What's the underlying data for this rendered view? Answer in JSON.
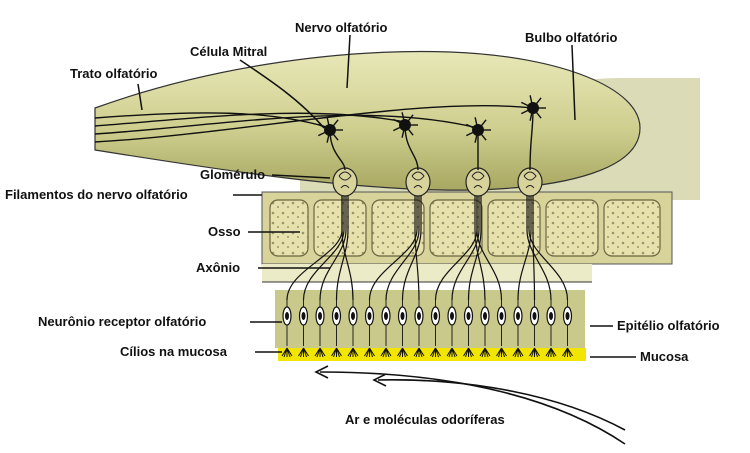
{
  "labels": {
    "trato": "Trato olfatório",
    "celula_mitral": "Célula Mitral",
    "nervo": "Nervo olfatório",
    "bulbo": "Bulbo olfatório",
    "glomerulo": "Glomérulo",
    "filamentos": "Filamentos do nervo olfatório",
    "osso": "Osso",
    "axonio": "Axônio",
    "neuronio": "Neurônio receptor olfatório",
    "cilios": "Cílios na mucosa",
    "epitelio": "Epitélio olfatório",
    "mucosa": "Mucosa",
    "ar": "Ar e moléculas odoríferas"
  },
  "colors": {
    "bulb_fill": "#cccc88",
    "bone_fill": "#d9d49a",
    "epithelium_fill": "#c9c98c",
    "mucosa_fill": "#f2e600",
    "line": "#111111"
  }
}
